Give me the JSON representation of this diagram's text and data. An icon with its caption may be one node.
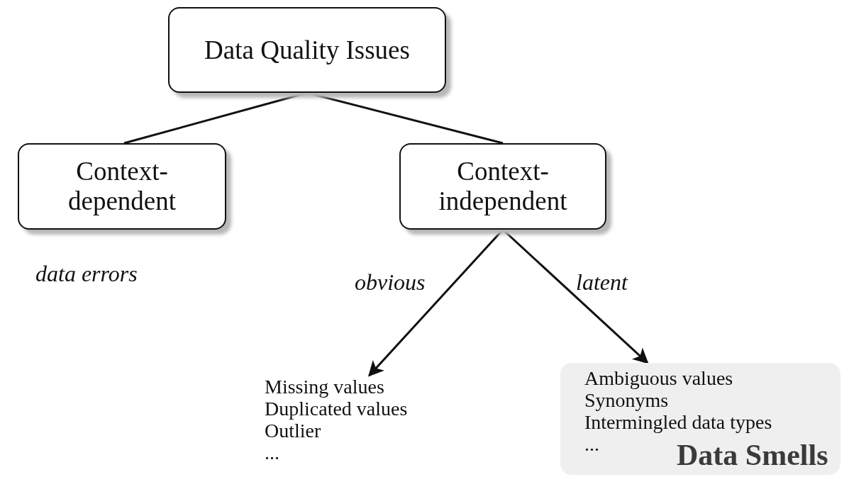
{
  "diagram": {
    "nodes": [
      {
        "text": [
          "Data Quality Issues"
        ]
      },
      {
        "text": [
          "Context- dependent"
        ],
        "beside": [
          "data errors"
        ]
      },
      {
        "text": [
          "Context- independent"
        ]
      },
      {
        "text": [
          "Missing values",
          "Duplicated values",
          "Outlier",
          "..."
        ]
      },
      {
        "text": [
          "Ambiguous values",
          "Synonyms",
          "Intermingled data types",
          "...",
          "Data Smells"
        ]
      }
    ],
    "edges": [
      {
        "from": 0,
        "to": 1,
        "arrow": "none"
      },
      {
        "from": 0,
        "to": 2,
        "arrow": "none"
      },
      {
        "from": 2,
        "to": 3,
        "arrow": "to",
        "label": "obvious"
      },
      {
        "from": 2,
        "to": 4,
        "arrow": "to",
        "label": "latent"
      }
    ]
  }
}
